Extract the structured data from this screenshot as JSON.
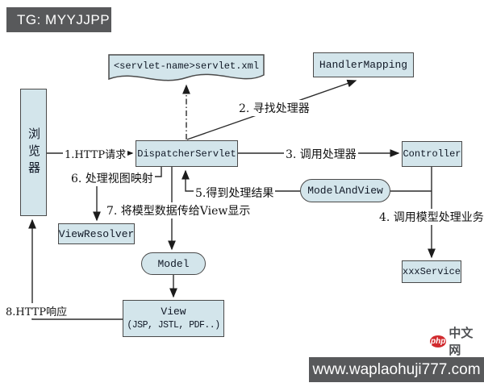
{
  "header": {
    "tg_badge": "TG: MYYJJPP"
  },
  "diagram": {
    "nodes": {
      "browser": {
        "label": "浏览器"
      },
      "servlet_xml": {
        "label": "<servlet-name>servlet.xml"
      },
      "handler_mapping": {
        "label": "HandlerMapping"
      },
      "dispatcher_servlet": {
        "label": "DispatcherServlet"
      },
      "controller": {
        "label": "Controller"
      },
      "model_and_view": {
        "label": "ModelAndView"
      },
      "view_resolver": {
        "label": "ViewResolver"
      },
      "model": {
        "label": "Model"
      },
      "xxx_service": {
        "label": "xxxService"
      },
      "view": {
        "label": "View",
        "sublabel": "(JSP, JSTL, PDF..)"
      }
    },
    "edge_labels": {
      "e1": "1.HTTP请求",
      "e2": "2. 寻找处理器",
      "e3": "3. 调用处理器",
      "e4": "4. 调用模型处理业务",
      "e5": "5.得到处理结果",
      "e6": "6. 处理视图映射",
      "e7": "7. 将模型数据传给View显示",
      "e8": "8.HTTP响应"
    },
    "colors": {
      "node_fill": "#d3e5eb",
      "node_border": "#4a4a4a",
      "line": "#2b2b2b",
      "bar_bg": "#58595b",
      "logo_red": "#d12a2e"
    }
  },
  "footer": {
    "url_bar": "www.waplaohuji777.com",
    "logo": {
      "php": "php",
      "cn": "中文网"
    }
  }
}
